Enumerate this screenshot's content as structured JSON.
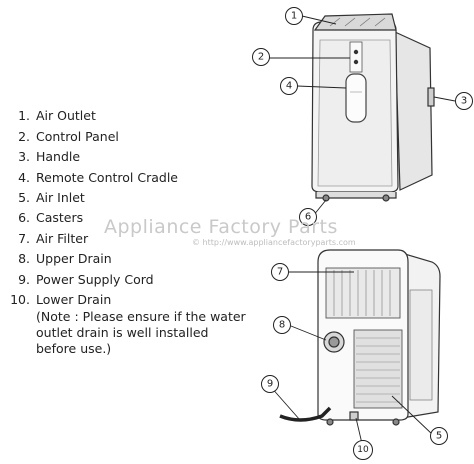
{
  "legend": [
    {
      "num": "1.",
      "label": "Air Outlet"
    },
    {
      "num": "2.",
      "label": "Control Panel"
    },
    {
      "num": "3.",
      "label": "Handle"
    },
    {
      "num": "4.",
      "label": "Remote Control Cradle"
    },
    {
      "num": "5.",
      "label": "Air Inlet"
    },
    {
      "num": "6.",
      "label": "Casters"
    },
    {
      "num": "7.",
      "label": "Air Filter"
    },
    {
      "num": "8.",
      "label": "Upper Drain"
    },
    {
      "num": "9.",
      "label": "Power Supply Cord"
    },
    {
      "num": "10.",
      "label": "Lower Drain"
    }
  ],
  "note_lines": [
    "(Note : Please ensure if the water",
    "outlet drain is well installed",
    "before use.)"
  ],
  "watermark": {
    "text": "Appliance Factory Parts",
    "url": "© http://www.appliancefactoryparts.com"
  },
  "callouts": {
    "front": [
      "1",
      "2",
      "4",
      "3",
      "6"
    ],
    "back": [
      "7",
      "8",
      "9",
      "5",
      "10"
    ]
  }
}
